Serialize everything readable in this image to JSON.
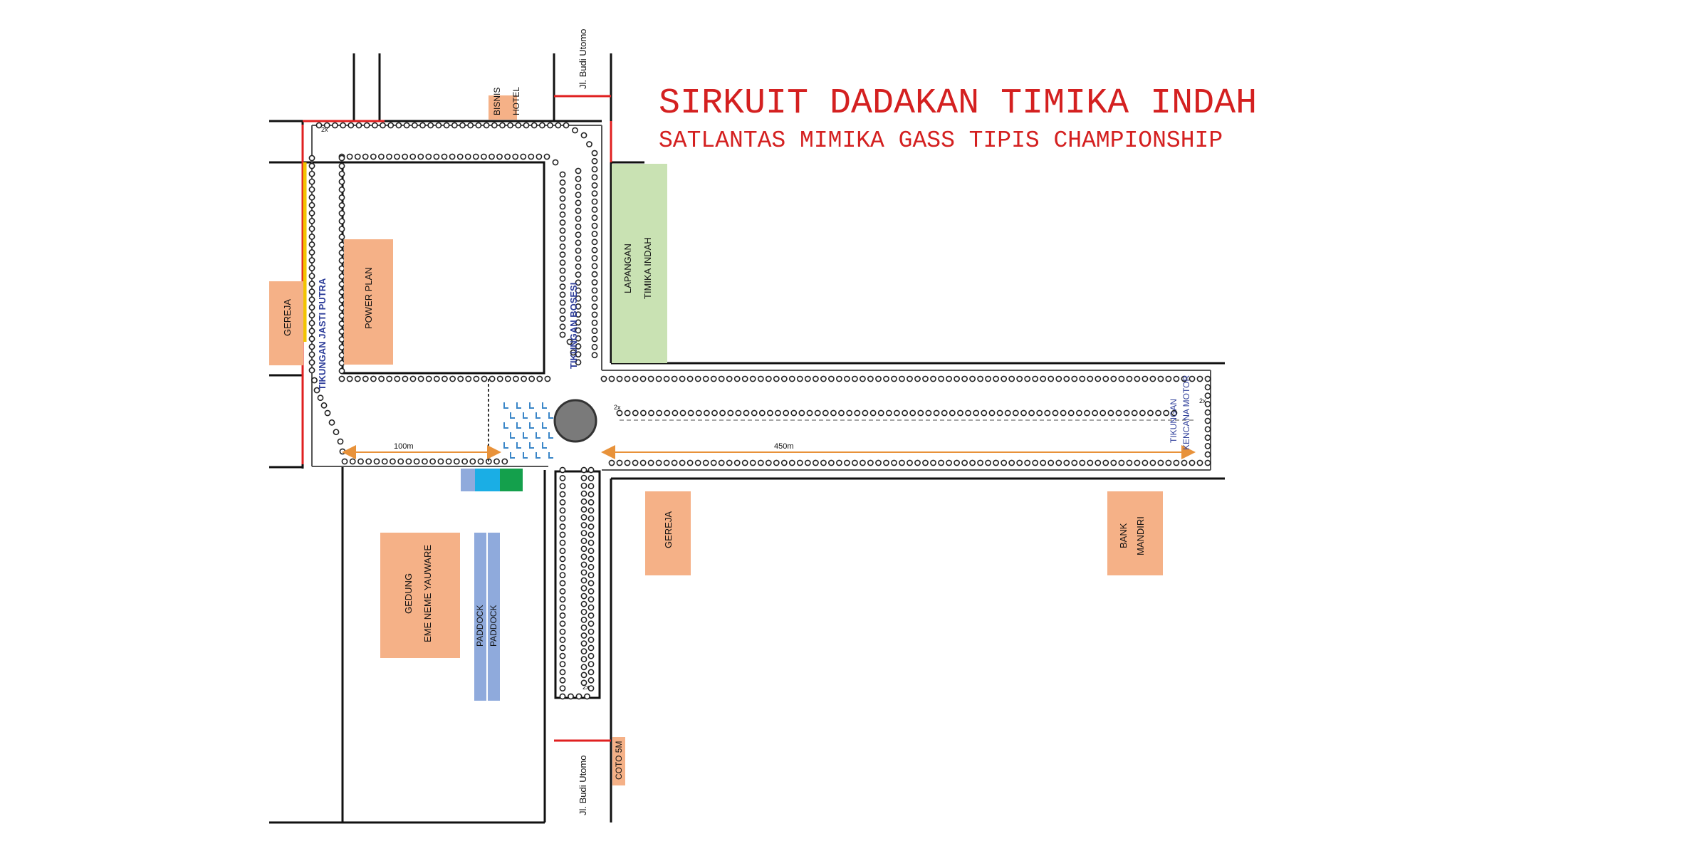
{
  "title": {
    "main": "SIRKUIT DADAKAN TIMIKA INDAH",
    "sub": "SATLANTAS MIMIKA GASS TIPIS CHAMPIONSHIP"
  },
  "streets": {
    "top": "Jl. Budi Utomo",
    "bottom": "Jl. Budi Utomo"
  },
  "buildings": {
    "bisnis_hotel_1": "BISNIS",
    "bisnis_hotel_2": "HOTEL",
    "gereja_left": "GEREJA",
    "power_plan": "POWER PLAN",
    "lapangan_1": "LAPANGAN",
    "lapangan_2": "TIMIKA INDAH",
    "gereja_center": "GEREJA",
    "bank_1": "BANK",
    "bank_2": "MANDIRI",
    "gedung_1": "GEDUNG",
    "gedung_2": "EME NEME YAUWARE",
    "paddock_1": "PADDOCK",
    "paddock_2": "PADDOCK",
    "coto": "COTO 5M"
  },
  "corners": {
    "jasti_putra": "TIKUNGAN JASTI PUTRA",
    "bosesi": "TIKUNGAN BOSESI",
    "kencana_1": "TIKUNGAN",
    "kencana_2": "KENCANA MOTOR"
  },
  "distances": {
    "left": "100m",
    "right": "450m"
  },
  "marks": {
    "lap_a": "2x",
    "lap_b": "2x",
    "lap_c": "2x",
    "lap_d": "2x"
  },
  "colors": {
    "title": "#d42020",
    "building": "#f5b187",
    "field": "#c9e2b3",
    "paddock": "#8faadc",
    "corner_text": "#2e3e9a",
    "arrow": "#e8923a",
    "red_line": "#e02020",
    "yellow_line": "#f2c400",
    "tire": "#222222"
  }
}
